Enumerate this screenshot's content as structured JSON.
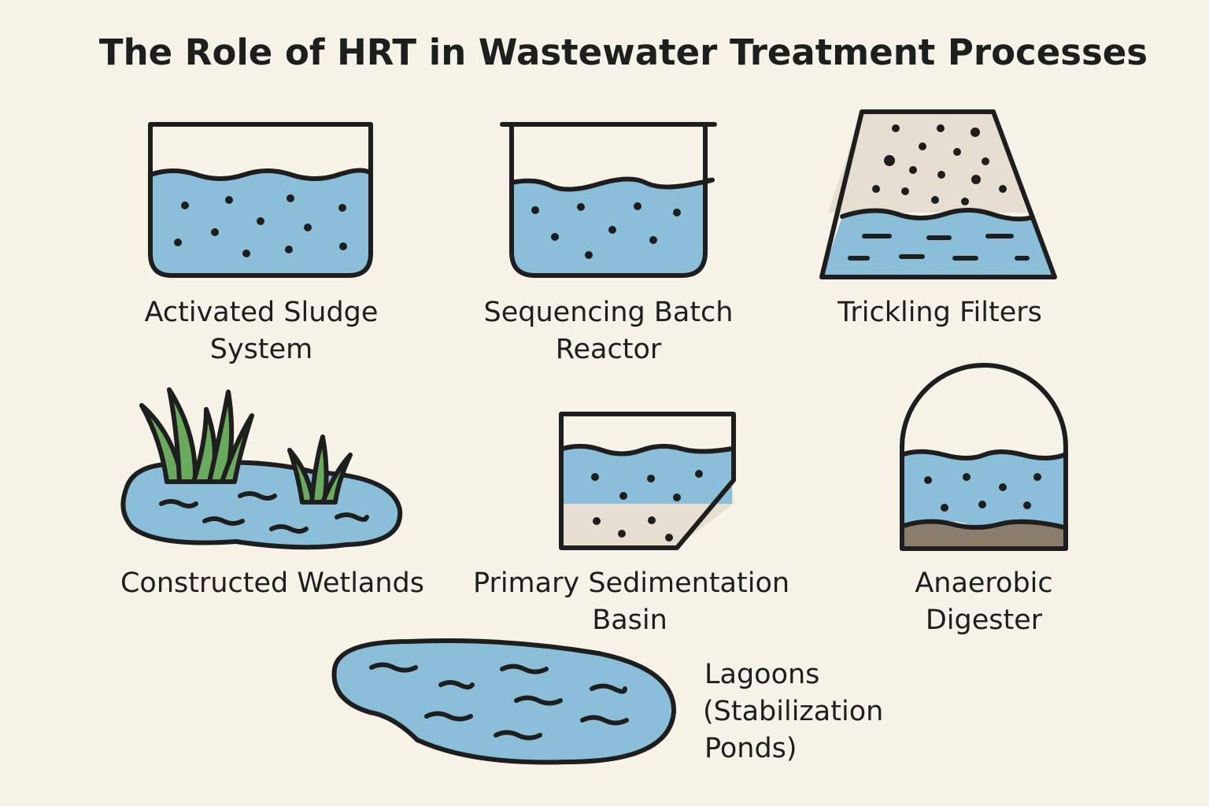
{
  "title": "The Role of HRT in Wastewater Treatment Processes",
  "colors": {
    "background": "#f7f2e8",
    "water": "#8bbfd9",
    "sediment": "#e6ded0",
    "sludge": "#8a7d6b",
    "plants": "#6aaa5e",
    "outline": "#1e1e1e"
  },
  "processes": [
    {
      "icon": "activated-sludge-tank-icon",
      "label": [
        "Activated Sludge",
        "System"
      ]
    },
    {
      "icon": "sequencing-batch-reactor-icon",
      "label": [
        "Sequencing Batch",
        "Reactor"
      ]
    },
    {
      "icon": "trickling-filter-icon",
      "label": [
        "Trickling Filters"
      ]
    },
    {
      "icon": "constructed-wetland-icon",
      "label": [
        "Constructed Wetlands"
      ]
    },
    {
      "icon": "sedimentation-basin-icon",
      "label": [
        "Primary Sedimentation",
        "Basin"
      ]
    },
    {
      "icon": "anaerobic-digester-icon",
      "label": [
        "Anaerobic",
        "Digester"
      ]
    },
    {
      "icon": "lagoon-icon",
      "label": [
        "Lagoons",
        "(Stabilization",
        "Ponds)"
      ]
    }
  ]
}
